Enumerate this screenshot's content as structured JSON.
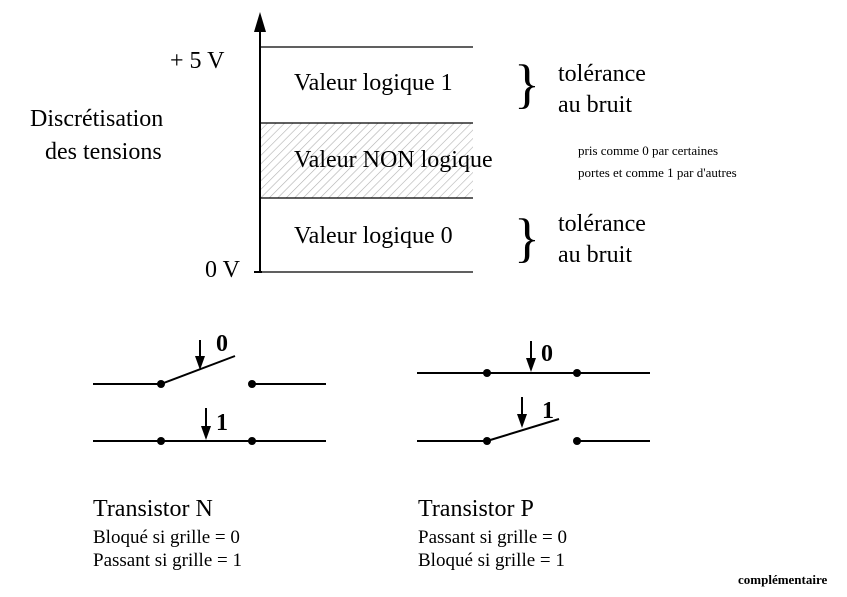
{
  "voltage_diagram": {
    "y_axis_top": "+ 5 V",
    "y_axis_bottom": "0 V",
    "side_title_line1": "Discrétisation",
    "side_title_line2": "des tensions",
    "band_high": "Valeur logique 1",
    "band_middle": "Valeur NON logique",
    "band_low": "Valeur logique 0",
    "tolerance_high_line1": "tolérance",
    "tolerance_high_line2": "au bruit",
    "tolerance_low_line1": "tolérance",
    "tolerance_low_line2": "au bruit",
    "middle_note_line1": "pris comme 0 par certaines",
    "middle_note_line2": "portes et comme 1 par d'autres"
  },
  "transistor_n": {
    "title": "Transistor N",
    "rule_1": "Bloqué si grille = 0",
    "rule_2": "Passant si grille = 1",
    "gate_top": "0",
    "gate_bottom": "1"
  },
  "transistor_p": {
    "title": "Transistor P",
    "rule_1": "Passant si grille = 0",
    "rule_2": "Bloqué si grille = 1",
    "gate_top": "0",
    "gate_bottom": "1"
  },
  "footer": {
    "caption": "complémentaire"
  }
}
